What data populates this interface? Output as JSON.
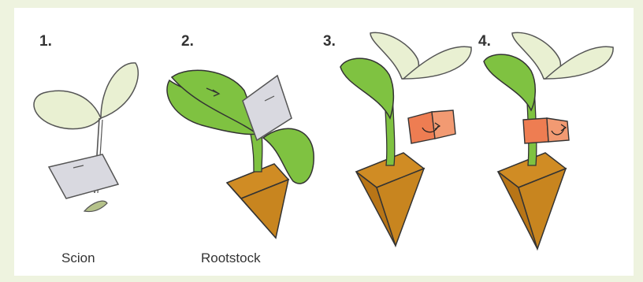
{
  "steps": [
    {
      "number": "1.",
      "caption": "Scion"
    },
    {
      "number": "2.",
      "caption": "Rootstock"
    },
    {
      "number": "3.",
      "caption": ""
    },
    {
      "number": "4.",
      "caption": ""
    }
  ],
  "colors": {
    "page_background": "#eef3df",
    "pale_leaf": "#e9f0d2",
    "green_leaf": "#7fc241",
    "pot_brown": "#c8851f",
    "clip_orange": "#ee7d52",
    "blade_gray": "#d9d9e0"
  }
}
